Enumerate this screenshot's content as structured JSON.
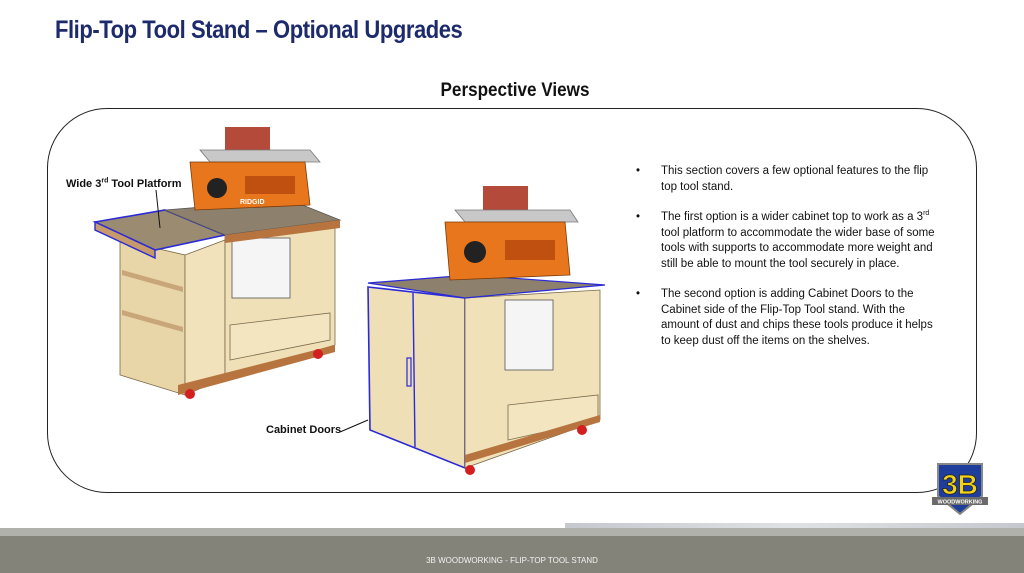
{
  "header": {
    "title": "Flip-Top Tool Stand – Optional Upgrades"
  },
  "section": {
    "title": "Perspective Views"
  },
  "callouts": {
    "platform_pre": "Wide 3",
    "platform_sup": "rd",
    "platform_post": " Tool Platform",
    "doors": "Cabinet Doors"
  },
  "bullets": {
    "b1": "This section covers a few optional  features to the flip top tool stand.",
    "b2_pre": "The first option is a wider cabinet top to work as a 3",
    "b2_sup": "rd",
    "b2_post": " tool platform to accommodate the wider base of some tools with supports to accommodate more weight and still be able to mount the tool securely in place.",
    "b3": "The second option is adding Cabinet Doors to the Cabinet side of the Flip-Top Tool stand. With the amount of dust and chips these tools produce it helps to keep dust off the items on the shelves."
  },
  "tool_brand": "RIDGID",
  "logo": {
    "text_main": "3B",
    "text_banner": "WOODWORKING"
  },
  "footer": {
    "text": "3B WOODWORKING - FLIP-TOP TOOL STAND"
  },
  "colors": {
    "title": "#1d2a6b",
    "highlight": "#2a2ad6",
    "tool_orange": "#e8761c",
    "plywood": "#ecdcb4",
    "footer": "#83837a"
  }
}
